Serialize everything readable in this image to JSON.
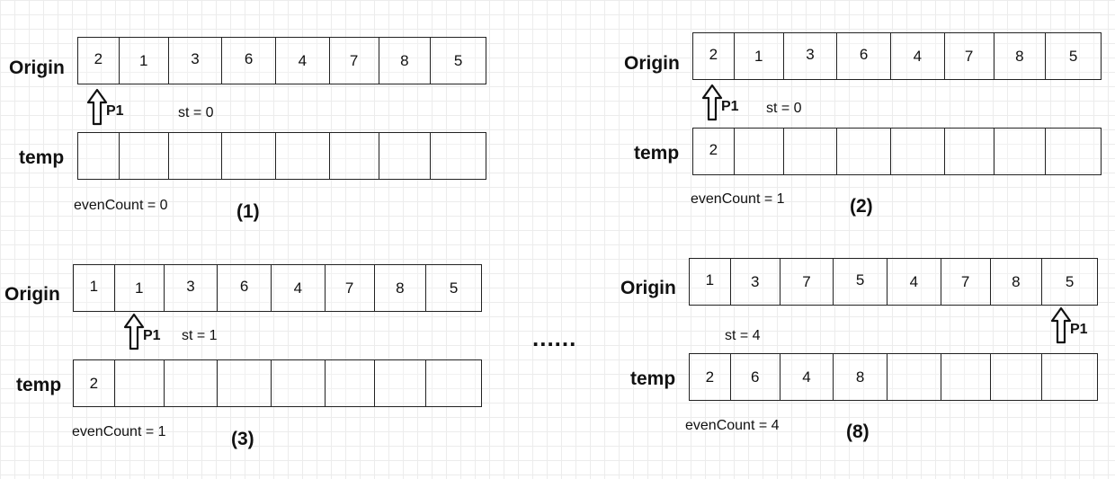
{
  "labels": {
    "origin": "Origin",
    "temp": "temp",
    "pointer": "P1"
  },
  "ellipsis": "......",
  "panels": [
    {
      "origin": [
        "2",
        "1",
        "3",
        "6",
        "4",
        "7",
        "8",
        "5"
      ],
      "temp": [
        "",
        "",
        "",
        "",
        "",
        "",
        "",
        ""
      ],
      "st": "st = 0",
      "even_count": "evenCount = 0",
      "step": "(1)"
    },
    {
      "origin": [
        "2",
        "1",
        "3",
        "6",
        "4",
        "7",
        "8",
        "5"
      ],
      "temp": [
        "2",
        "",
        "",
        "",
        "",
        "",
        "",
        ""
      ],
      "st": "st = 0",
      "even_count": "evenCount = 1",
      "step": "(2)"
    },
    {
      "origin": [
        "1",
        "1",
        "3",
        "6",
        "4",
        "7",
        "8",
        "5"
      ],
      "temp": [
        "2",
        "",
        "",
        "",
        "",
        "",
        "",
        ""
      ],
      "st": "st = 1",
      "even_count": "evenCount = 1",
      "step": "(3)"
    },
    {
      "origin": [
        "1",
        "3",
        "7",
        "5",
        "4",
        "7",
        "8",
        "5"
      ],
      "temp": [
        "2",
        "6",
        "4",
        "8",
        "",
        "",
        "",
        ""
      ],
      "st": "st = 4",
      "even_count": "evenCount = 4",
      "step": "(8)"
    }
  ]
}
